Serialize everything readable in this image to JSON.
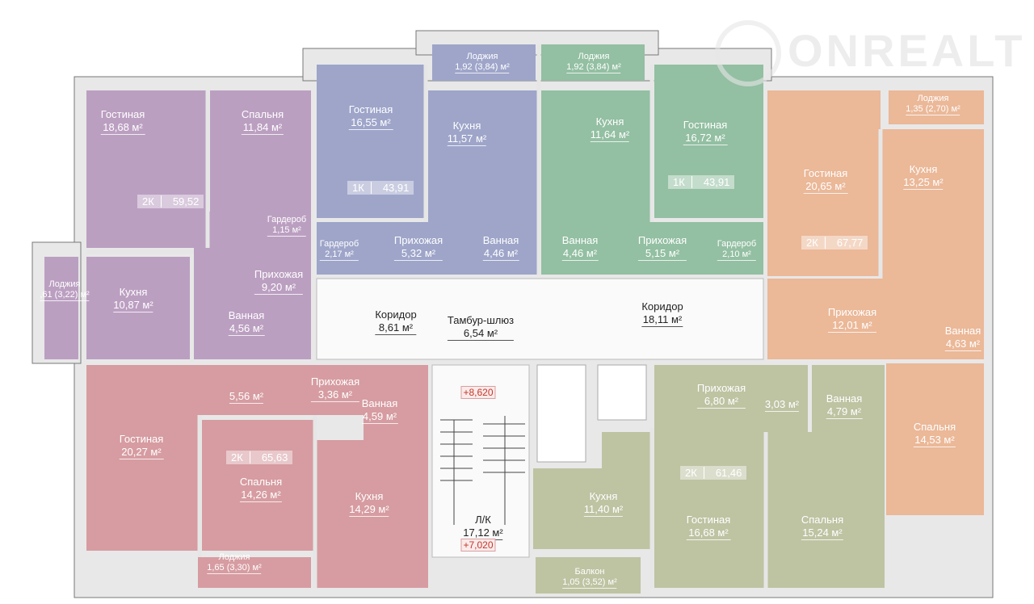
{
  "watermark": "ONREALT",
  "colors": {
    "apt_purple": "#bb9fc1",
    "apt_blue": "#9ea5c9",
    "apt_green": "#93bfa2",
    "apt_orange": "#ebb898",
    "apt_red": "#d69ca1",
    "apt_olive": "#bec3a2",
    "wall": "#e3e3e3",
    "marker": "#c0392b"
  },
  "apartments": {
    "purple": {
      "type": "2К",
      "total": "59,52",
      "rooms": [
        {
          "name": "Гостиная",
          "area": "18,68 м²"
        },
        {
          "name": "Спальня",
          "area": "11,84 м²"
        },
        {
          "name": "Гардероб",
          "area": "1,15 м²"
        },
        {
          "name": "Прихожая",
          "area": "9,20 м²"
        },
        {
          "name": "Кухня",
          "area": "10,87 м²"
        },
        {
          "name": "Лоджия",
          "area": ",61 (3,22) м²"
        },
        {
          "name": "Ванная",
          "area": "4,56 м²"
        }
      ]
    },
    "blue": {
      "type": "1К",
      "total": "43,91",
      "rooms": [
        {
          "name": "Лоджия",
          "area": "1,92 (3,84) м²"
        },
        {
          "name": "Гостиная",
          "area": "16,55 м²"
        },
        {
          "name": "Кухня",
          "area": "11,57 м²"
        },
        {
          "name": "Гардероб",
          "area": "2,17 м²"
        },
        {
          "name": "Прихожая",
          "area": "5,32 м²"
        },
        {
          "name": "Ванная",
          "area": "4,46 м²"
        }
      ]
    },
    "green": {
      "type": "1К",
      "total": "43,91",
      "rooms": [
        {
          "name": "Лоджия",
          "area": "1,92 (3,84) м²"
        },
        {
          "name": "Кухня",
          "area": "11,64 м²"
        },
        {
          "name": "Гостиная",
          "area": "16,72 м²"
        },
        {
          "name": "Ванная",
          "area": "4,46 м²"
        },
        {
          "name": "Прихожая",
          "area": "5,15 м²"
        },
        {
          "name": "Гардероб",
          "area": "2,10 м²"
        }
      ]
    },
    "orange": {
      "type": "2К",
      "total": "67,77",
      "rooms": [
        {
          "name": "Лоджия",
          "area": "1,35 (2,70) м²"
        },
        {
          "name": "Гостиная",
          "area": "20,65 м²"
        },
        {
          "name": "Кухня",
          "area": "13,25 м²"
        },
        {
          "name": "Прихожая",
          "area": "12,01 м²"
        },
        {
          "name": "Ванная",
          "area": "4,63 м²"
        },
        {
          "name": "Спальня",
          "area": "14,53 м²"
        }
      ]
    },
    "red": {
      "type": "2К",
      "total": "65,63",
      "rooms": [
        {
          "name": "",
          "area": "5,56 м²"
        },
        {
          "name": "Прихожая",
          "area": "3,36 м²"
        },
        {
          "name": "Ванная",
          "area": "4,59 м²"
        },
        {
          "name": "Гостиная",
          "area": "20,27 м²"
        },
        {
          "name": "Спальня",
          "area": "14,26 м²"
        },
        {
          "name": "Кухня",
          "area": "14,29 м²"
        },
        {
          "name": "Лоджия",
          "area": "1,65 (3,30) м²"
        }
      ]
    },
    "olive": {
      "type": "2К",
      "total": "61,46",
      "rooms": [
        {
          "name": "Прихожая",
          "area": "6,80 м²"
        },
        {
          "name": "",
          "area": "3,03 м²"
        },
        {
          "name": "Ванная",
          "area": "4,79 м²"
        },
        {
          "name": "Кухня",
          "area": "11,40 м²"
        },
        {
          "name": "Гостиная",
          "area": "16,68 м²"
        },
        {
          "name": "Спальня",
          "area": "15,24 м²"
        },
        {
          "name": "Балкон",
          "area": "1,05 (3,52) м²"
        }
      ]
    }
  },
  "common": {
    "corridor_left": {
      "name": "Коридор",
      "area": "8,61 м²"
    },
    "airlock": {
      "name": "Тамбур-шлюз",
      "area": "6,54 м²"
    },
    "corridor_right": {
      "name": "Коридор",
      "area": "18,11 м²"
    },
    "stair": {
      "name": "Л/К",
      "area": "17,12 м²",
      "level_top": "+8,620",
      "level_bottom": "+7,020"
    }
  }
}
